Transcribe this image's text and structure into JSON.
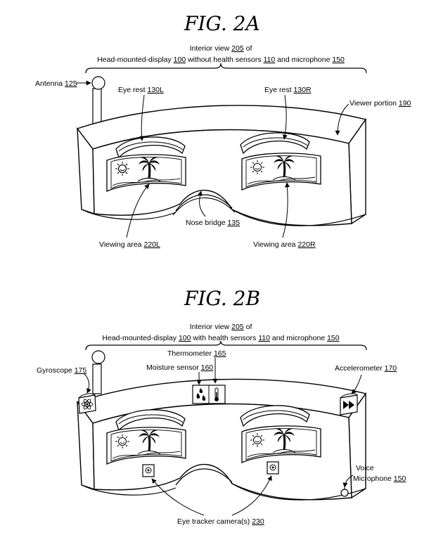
{
  "fig_a": {
    "title": "FIG. 2A",
    "caption": {
      "line1": {
        "pre": "Interior view ",
        "view_ref": "205",
        "post": " of"
      },
      "line2": {
        "pre": "Head-mounted-display ",
        "hmd_ref": "100",
        "mid": " without health sensors ",
        "sensors_ref": "110",
        "mid2": " and microphone ",
        "mic_ref": "150"
      }
    },
    "labels": {
      "antenna": {
        "text": "Antenna ",
        "ref": "125"
      },
      "eye_rest_left": {
        "text": "Eye rest ",
        "ref": "130L"
      },
      "eye_rest_right": {
        "text": "Eye rest ",
        "ref": "130R"
      },
      "viewer_portion": {
        "text": "Viewer portion ",
        "ref": "190"
      },
      "nose_bridge": {
        "text": "Nose bridge ",
        "ref": "135"
      },
      "viewing_area_left": {
        "text": "Viewing area ",
        "ref": "220L"
      },
      "viewing_area_right": {
        "text": "Viewing area ",
        "ref": "220R"
      }
    }
  },
  "fig_b": {
    "title": "FIG. 2B",
    "caption": {
      "line1": {
        "pre": "Interior view ",
        "view_ref": "205",
        "post": " of"
      },
      "line2": {
        "pre": "Head-mounted-display ",
        "hmd_ref": "100",
        "mid": " with health sensors ",
        "sensors_ref": "110",
        "mid2": " and microphone ",
        "mic_ref": "150"
      }
    },
    "labels": {
      "thermometer": {
        "text": "Thermometer ",
        "ref": "165"
      },
      "moisture_sensor": {
        "text": "Moisture sensor ",
        "ref": "160"
      },
      "gyroscope": {
        "text": "Gyroscope ",
        "ref": "175"
      },
      "accelerometer": {
        "text": "Accelerometer ",
        "ref": "170"
      },
      "voice": {
        "text": "Voice"
      },
      "microphone": {
        "text": "Microphone ",
        "ref": "150"
      },
      "eye_tracker": {
        "text": "Eye tracker camera(s) ",
        "ref": "230"
      }
    }
  },
  "icons": [
    "antenna-icon",
    "sun-icon",
    "palm-tree-icon",
    "atom-icon",
    "droplets-icon",
    "thermometer-icon",
    "fast-forward-icon",
    "camera-icon",
    "microphone-icon"
  ]
}
